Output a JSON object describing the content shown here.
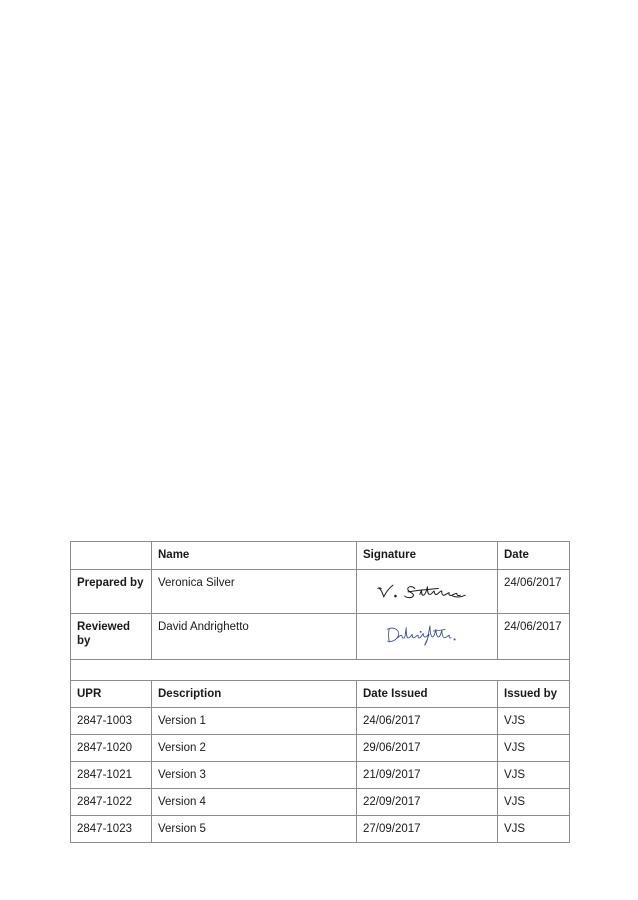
{
  "approval": {
    "headers": {
      "name": "Name",
      "signature": "Signature",
      "date": "Date"
    },
    "rows": [
      {
        "role": "Prepared by",
        "name": "Veronica Silver",
        "signature_text": "V. Silver",
        "date": "24/06/2017"
      },
      {
        "role": "Reviewed by",
        "name": "David Andrighetto",
        "signature_text": "DAndrighetto.",
        "date": "24/06/2017"
      }
    ],
    "signature_colors": {
      "prepared": "#1c1c1c",
      "reviewed": "#3a4f8a"
    }
  },
  "versions": {
    "headers": {
      "upr": "UPR",
      "description": "Description",
      "date_issued": "Date Issued",
      "issued_by": "Issued by"
    },
    "rows": [
      {
        "upr": "2847-1003",
        "description": "Version 1",
        "date_issued": "24/06/2017",
        "issued_by": "VJS"
      },
      {
        "upr": "2847-1020",
        "description": "Version 2",
        "date_issued": "29/06/2017",
        "issued_by": "VJS"
      },
      {
        "upr": "2847-1021",
        "description": "Version 3",
        "date_issued": "21/09/2017",
        "issued_by": "VJS"
      },
      {
        "upr": "2847-1022",
        "description": "Version 4",
        "date_issued": "22/09/2017",
        "issued_by": "VJS"
      },
      {
        "upr": "2847-1023",
        "description": "Version 5",
        "date_issued": "27/09/2017",
        "issued_by": "VJS"
      }
    ]
  }
}
